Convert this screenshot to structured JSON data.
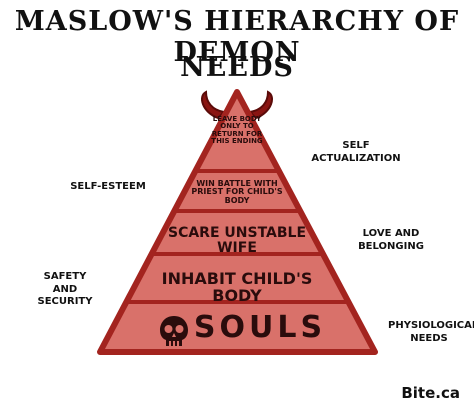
{
  "title": {
    "line1": "MASLOW'S HIERARCHY OF DEMON",
    "line2": "NEEDS"
  },
  "tiers": {
    "top": "LEAVE BODY ONLY TO RETURN FOR THIS ENDING",
    "second": "WIN BATTLE WITH PRIEST FOR CHILD'S BODY",
    "third": "SCARE UNSTABLE WIFE",
    "fourth": "INHABIT CHILD'S BODY",
    "base": "SOULS"
  },
  "side_labels": {
    "self_actualization": "SELF ACTUALIZATION",
    "self_esteem": "SELF-ESTEEM",
    "love_belonging": "LOVE AND BELONGING",
    "safety_security": "SAFETY AND SECURITY",
    "physiological": "PHYSIOLOGICAL NEEDS"
  },
  "credit": "Bite.ca",
  "colors": {
    "pyramid_fill": "#d9716a",
    "pyramid_stroke": "#a3241f",
    "horn_fill": "#8a1512",
    "ink": "#1b1b1b"
  },
  "icons": {
    "horns": "demon-horns-icon",
    "skull": "skull-icon"
  }
}
